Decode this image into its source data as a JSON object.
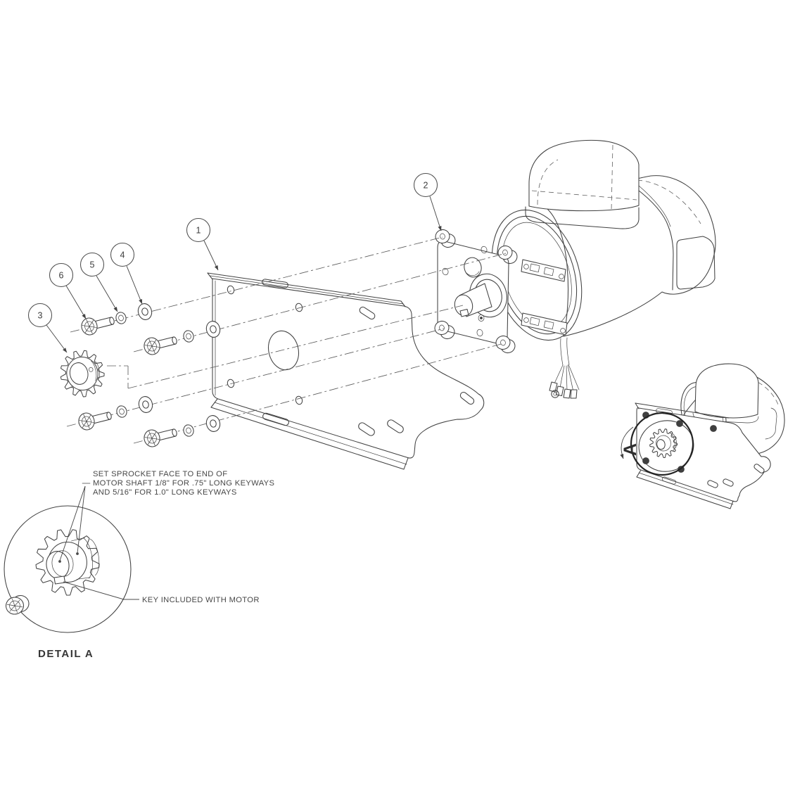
{
  "drawing": {
    "colors": {
      "background": "#ffffff",
      "line": "#414141",
      "text": "#474747"
    },
    "balloons": [
      {
        "number": "1"
      },
      {
        "number": "2"
      },
      {
        "number": "3"
      },
      {
        "number": "4"
      },
      {
        "number": "5"
      },
      {
        "number": "6"
      }
    ],
    "notes": {
      "sprocket_note_line1": "SET SPROCKET FACE TO END OF",
      "sprocket_note_line2": "MOTOR SHAFT 1/8\" FOR .75\" LONG KEYWAYS",
      "sprocket_note_line3": "AND 5/16\" FOR 1.0\" LONG KEYWAYS",
      "key_note": "KEY INCLUDED WITH MOTOR"
    },
    "detail": {
      "label": "DETAIL A",
      "marker": "A"
    }
  }
}
